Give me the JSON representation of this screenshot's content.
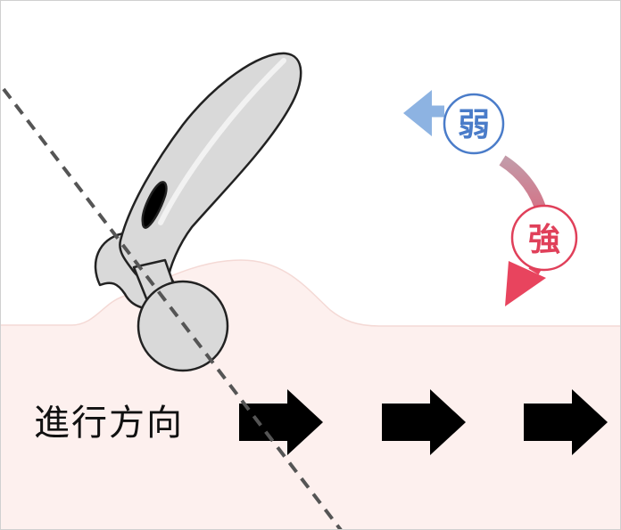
{
  "direction_label": "進行方向",
  "strength": {
    "weak_label": "弱",
    "strong_label": "強",
    "weak_color": "#4a7cc9",
    "strong_color": "#e0405a"
  },
  "colors": {
    "skin": "#fdf0ee",
    "device_body": "#d9d9d9",
    "outline": "#222222",
    "arrows": "#000000",
    "guide_line": "#555555"
  },
  "icons": [
    "facial-roller-device",
    "arrow-right-icon",
    "weak-badge",
    "strong-badge",
    "curved-double-arrow"
  ]
}
